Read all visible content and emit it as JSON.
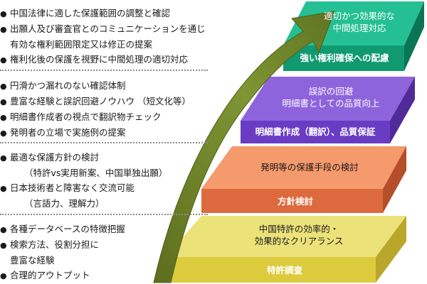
{
  "notes": {
    "group1": [
      "中国法律に適した保護範囲の調整と確認",
      "出願人及び審査官とのコミュニケーションを通じ",
      "有効な権利範囲限定又は修正の提案",
      "権利化後の保護を視野に中間処理の適切対応"
    ],
    "group2": [
      "円滑かつ漏れのない確認体制",
      "豊富な経験と誤訳回避ノウハウ （短文化等）",
      "明細書作成者の視点で翻訳物チェック",
      "発明者の立場で実施例の提案"
    ],
    "group3": [
      "最適な保護方針の検討",
      "（特許vs実用新案、中国単独出願）",
      "日本技術者と障害なく交流可能",
      "（言語力、理解力）"
    ],
    "group4": [
      "各種データベースの特徴把握",
      "検索方法、役割分担に",
      "豊富な経験",
      "合理的アウトプット"
    ]
  },
  "steps": {
    "step1": {
      "front": "特許調査",
      "top_line1": "中国特許の効率的・",
      "top_line2": "効果的なクリアランス"
    },
    "step2": {
      "front": "方針検討",
      "top_line1": "発明等の保護手段の検討"
    },
    "step3": {
      "front": "明細書作成（翻訳）、品質保証",
      "top_line1": "誤訳の回避",
      "top_line2": "明細書としての品質向上"
    },
    "step4": {
      "front": "強い権利確保への配慮",
      "top_line1": "適切かつ効果的な",
      "top_line2": "中間処理対応"
    }
  },
  "colors": {
    "step1": "#e9dd6a",
    "step2": "#f18f62",
    "step3": "#7c4fd3",
    "step4": "#1eb38a",
    "arrow": "#6a7d2a"
  }
}
